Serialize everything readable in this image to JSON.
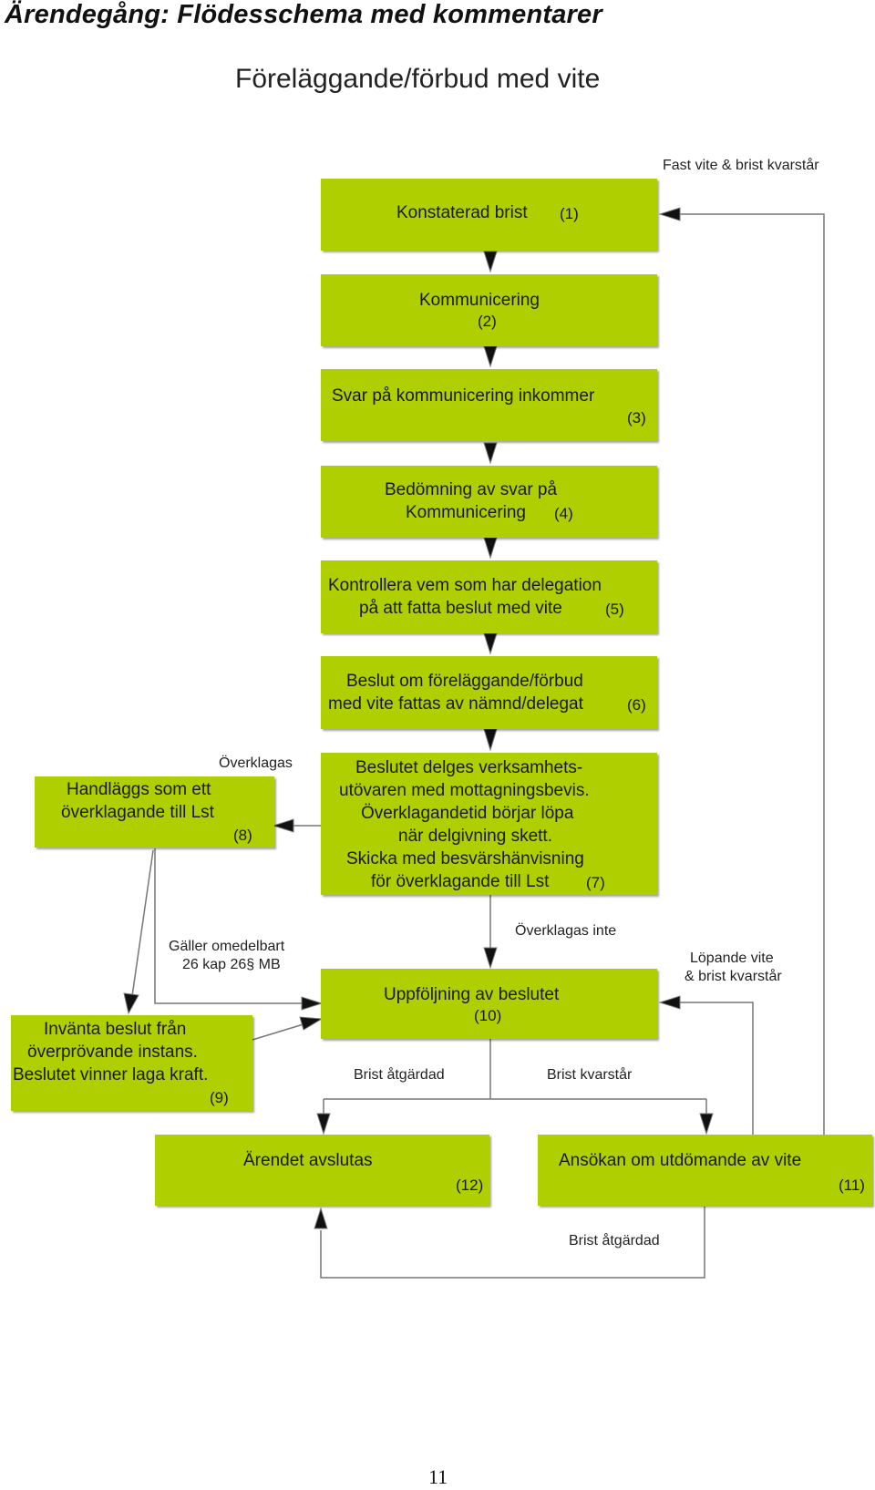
{
  "page": {
    "heading": "Ärendegång: Flödesschema med kommentarer",
    "number": "11"
  },
  "diagram": {
    "title": "Föreläggande/förbud med vite",
    "colors": {
      "node_fill": "#b0cf00",
      "connector": "#777777",
      "arrowhead": "#111111"
    },
    "nodes": {
      "n1": {
        "lines": [
          "Konstaterad brist",
          "(1)"
        ]
      },
      "n2": {
        "lines": [
          "Kommunicering",
          "(2)"
        ]
      },
      "n3": {
        "lines": [
          "Svar på kommunicering inkommer",
          "(3)"
        ]
      },
      "n4": {
        "lines": [
          "Bedömning av svar på",
          "Kommunicering",
          "(4)"
        ]
      },
      "n5": {
        "lines": [
          "Kontrollera vem som har delegation",
          "på att fatta beslut med vite",
          "(5)"
        ]
      },
      "n6": {
        "lines": [
          "Beslut om föreläggande/förbud",
          "med vite fattas av nämnd/delegat",
          "(6)"
        ]
      },
      "n7": {
        "lines": [
          "Beslutet delges verksamhets-",
          "utövaren med mottagningsbevis.",
          "Överklagandetid börjar löpa",
          "när delgivning skett.",
          "Skicka med besvärshänvisning",
          "för överklagande till Lst",
          "(7)"
        ]
      },
      "n8": {
        "lines": [
          "Handläggs som ett",
          "överklagande till Lst",
          "(8)"
        ]
      },
      "n9": {
        "lines": [
          "Invänta beslut från",
          "överprövande instans.",
          "Beslutet vinner laga kraft.",
          "(9)"
        ]
      },
      "n10": {
        "lines": [
          "Uppföljning av beslutet",
          "(10)"
        ]
      },
      "n11": {
        "lines": [
          "Ansökan om utdömande av vite",
          "(11)"
        ]
      },
      "n12": {
        "lines": [
          "Ärendet avslutas",
          "(12)"
        ]
      }
    },
    "labels": {
      "fast_vite": "Fast vite & brist kvarstår",
      "overklagas": "Överklagas",
      "overklagas_inte": "Överklagas inte",
      "galler_1": "Gäller omedelbart",
      "galler_2": "26 kap 26§ MB",
      "lopande_1": "Löpande vite",
      "lopande_2": "& brist kvarstår",
      "brist_atgardad": "Brist åtgärdad",
      "brist_kvarstar": "Brist kvarstår",
      "brist_atgardad_2": "Brist åtgärdad"
    }
  }
}
